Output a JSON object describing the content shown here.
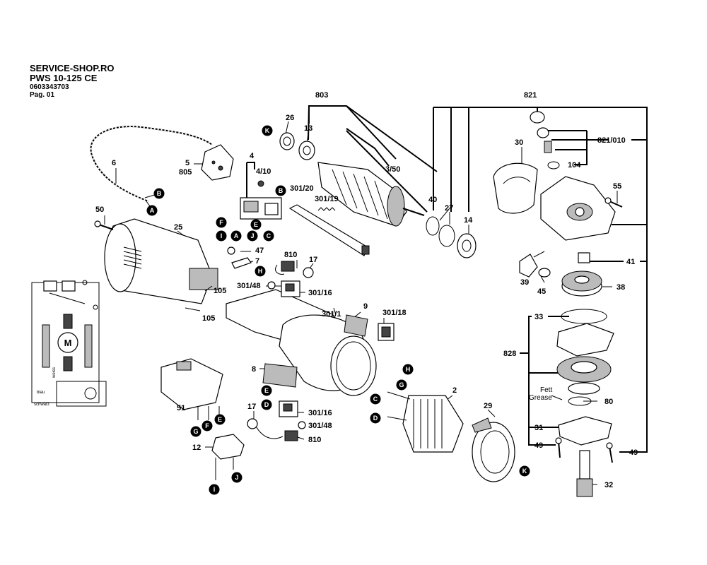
{
  "header": {
    "shop": "SERVICE-SHOP.RO",
    "model": "PWS 10-125 CE",
    "part_number": "0603343703",
    "page": "Pag. 01"
  },
  "callouts": {
    "c803": "803",
    "c821": "821",
    "c821_010": "821/010",
    "c26": "26",
    "c13": "13",
    "c3_50": "3/50",
    "c30": "30",
    "c104": "104",
    "c4": "4",
    "c4_10": "4/10",
    "c5": "5",
    "c805": "805",
    "c6": "6",
    "c301_20": "301/20",
    "c301_19": "301/19",
    "c40": "40",
    "c27": "27",
    "c14": "14",
    "c55": "55",
    "c50": "50",
    "c25": "25",
    "c47": "47",
    "c7": "7",
    "c810a": "810",
    "c17a": "17",
    "c301_48a": "301/48",
    "c301_16a": "301/16",
    "c105a": "105",
    "c105b": "105",
    "c9": "9",
    "c301_1": "301/1",
    "c301_18": "301/18",
    "c39": "39",
    "c45": "45",
    "c41": "41",
    "c38": "38",
    "c33": "33",
    "c828": "828",
    "c80": "80",
    "c31": "31",
    "c49a": "49",
    "c49b": "49",
    "c32": "32",
    "c8": "8",
    "c2": "2",
    "c29": "29",
    "c51": "51",
    "c12": "12",
    "c17b": "17",
    "c301_16b": "301/16",
    "c301_48b": "301/48",
    "c810b": "810",
    "fett": "Fett",
    "grease": "Grease"
  },
  "letters": {
    "A": "A",
    "B": "B",
    "C": "C",
    "D": "D",
    "E": "E",
    "F": "F",
    "G": "G",
    "H": "H",
    "I": "I",
    "J": "J",
    "K": "K"
  },
  "wiring": {
    "motor": "M",
    "wire1": "blau",
    "wire2": "schwarz",
    "wire3": "weiss"
  }
}
